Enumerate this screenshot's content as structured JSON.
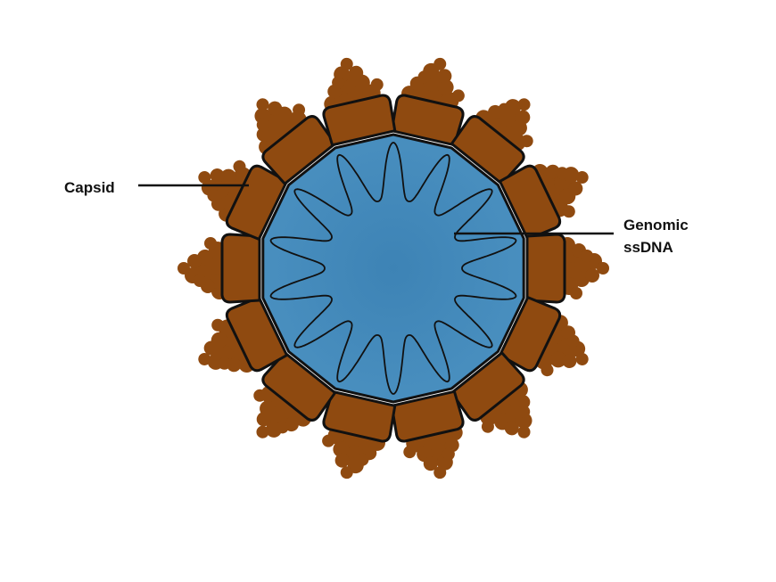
{
  "diagram": {
    "labels": {
      "capsid": "Capsid",
      "genomic_line1": "Genomic",
      "genomic_line2": "ssDNA"
    },
    "colors": {
      "background": "#ffffff",
      "capsid_fill": "#8f4a10",
      "capsid_outline": "#111111",
      "interior_fill": "#3f86b7",
      "dna_strand": "#111111",
      "leader_line": "#111111"
    },
    "parts": {
      "capsid_subunit_count": 14,
      "genome_strand_wave_count": 14
    }
  }
}
